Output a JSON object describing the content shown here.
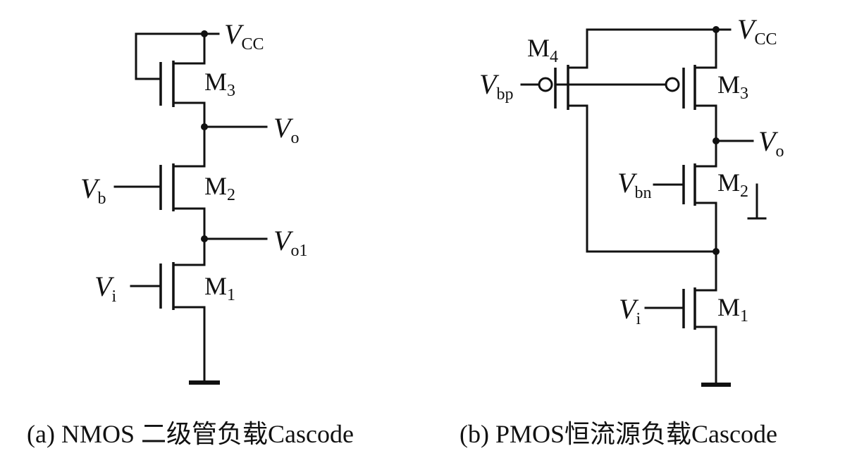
{
  "circuit_a": {
    "caption": "(a) NMOS 二级管负载Cascode",
    "vcc": {
      "main": "V",
      "sub": "CC"
    },
    "vo": {
      "main": "V",
      "sub": "o"
    },
    "vo1": {
      "main": "V",
      "sub": "o1"
    },
    "vb": {
      "main": "V",
      "sub": "b"
    },
    "vi": {
      "main": "V",
      "sub": "i"
    },
    "m3": {
      "main": "M",
      "sub": "3"
    },
    "m2": {
      "main": "M",
      "sub": "2"
    },
    "m1": {
      "main": "M",
      "sub": "1"
    }
  },
  "circuit_b": {
    "caption": "(b) PMOS恒流源负载Cascode",
    "vcc": {
      "main": "V",
      "sub": "CC"
    },
    "vo": {
      "main": "V",
      "sub": "o"
    },
    "vbp": {
      "main": "V",
      "sub": "bp"
    },
    "vbn": {
      "main": "V",
      "sub": "bn"
    },
    "vi": {
      "main": "V",
      "sub": "i"
    },
    "m4": {
      "main": "M",
      "sub": "4"
    },
    "m3": {
      "main": "M",
      "sub": "3"
    },
    "m2": {
      "main": "M",
      "sub": "2"
    },
    "m1": {
      "main": "M",
      "sub": "1"
    }
  }
}
